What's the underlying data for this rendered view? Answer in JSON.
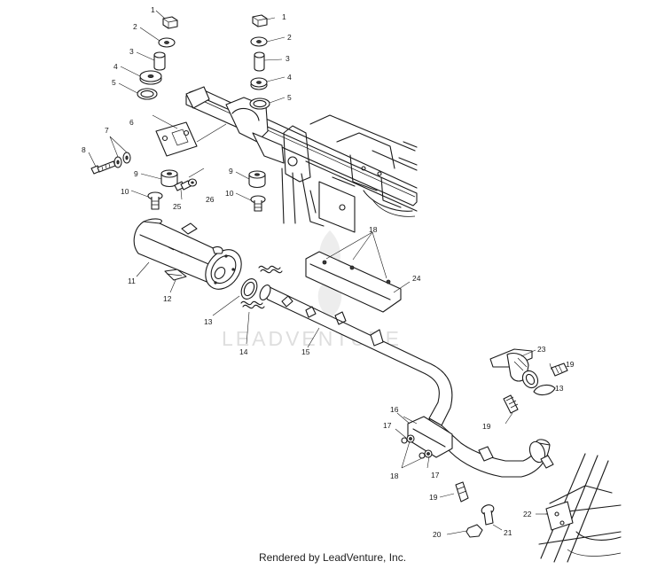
{
  "footer_text": "Rendered by LeadVenture, Inc.",
  "watermark_text": "LEADVENTURE",
  "callouts": [
    "1",
    "2",
    "3",
    "4",
    "5",
    "6",
    "7",
    "8",
    "9",
    "10",
    "11",
    "12",
    "13",
    "14",
    "15",
    "16",
    "17",
    "18",
    "19",
    "20",
    "21",
    "22",
    "23",
    "24",
    "25",
    "26"
  ]
}
